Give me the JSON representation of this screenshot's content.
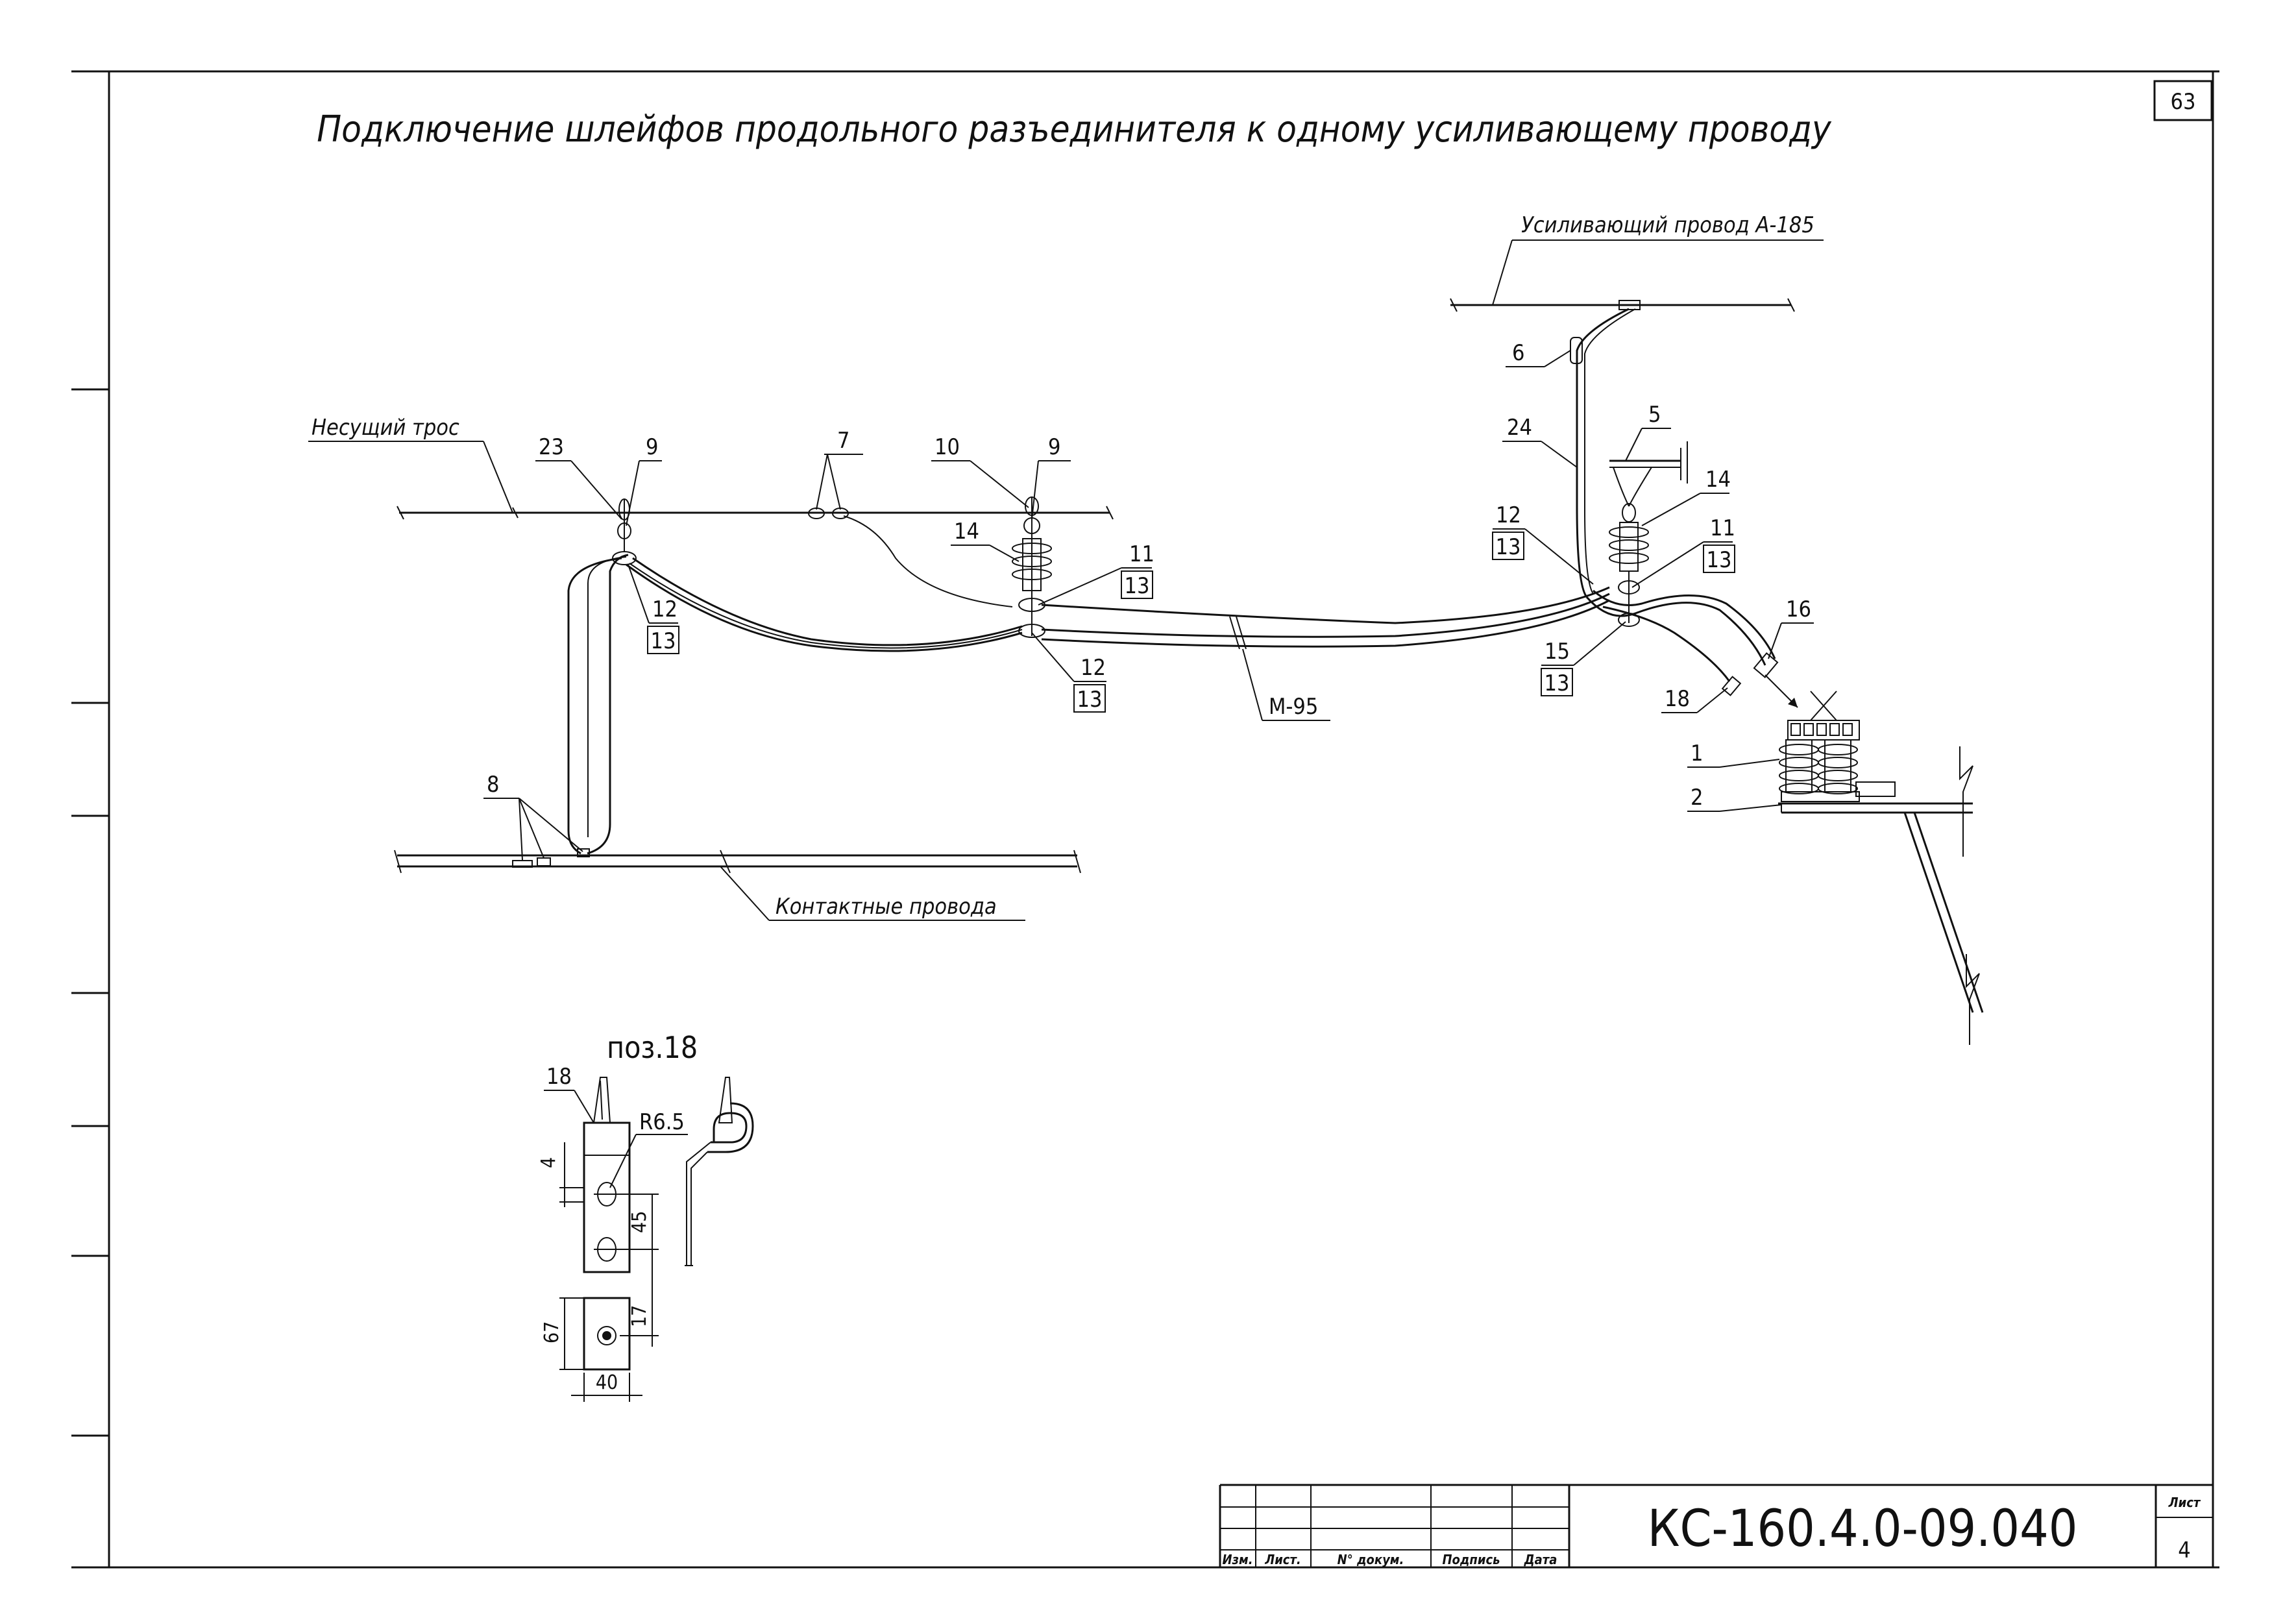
{
  "sheet_number": "63",
  "title": "Подключение шлейфов продольного разъединителя к одному усиливающему проводу",
  "labels": {
    "reinforcing_wire": "Усиливающий провод А-185",
    "carrier_cable": "Несущий трос",
    "contact_wires": "Контактные провода",
    "conductor_m95": "М-95"
  },
  "callouts": {
    "c1": "1",
    "c2": "2",
    "c5": "5",
    "c6": "6",
    "c7": "7",
    "c8": "8",
    "c9a": "9",
    "c9b": "9",
    "c10": "10",
    "c11a": "11",
    "c11b": "11",
    "c12a": "12",
    "c12b": "12",
    "c12c": "12",
    "c13a": "13",
    "c13b": "13",
    "c13c": "13",
    "c13d": "13",
    "c13e": "13",
    "c14a": "14",
    "c14b": "14",
    "c15": "15",
    "c16": "16",
    "c18": "18",
    "c23": "23",
    "c24": "24"
  },
  "detail": {
    "title": "поз.18",
    "item": "18",
    "radius": "R6.5",
    "dim_4": "4",
    "dim_45": "45",
    "dim_67": "67",
    "dim_17": "17",
    "dim_40": "40"
  },
  "title_block": {
    "doc_code": "КС-160.4.0-09.040",
    "sheet_label": "Лист",
    "sheet_value": "4",
    "columns": [
      "Изм.",
      "Лист.",
      "N° докум.",
      "Подпись",
      "Дата"
    ]
  }
}
